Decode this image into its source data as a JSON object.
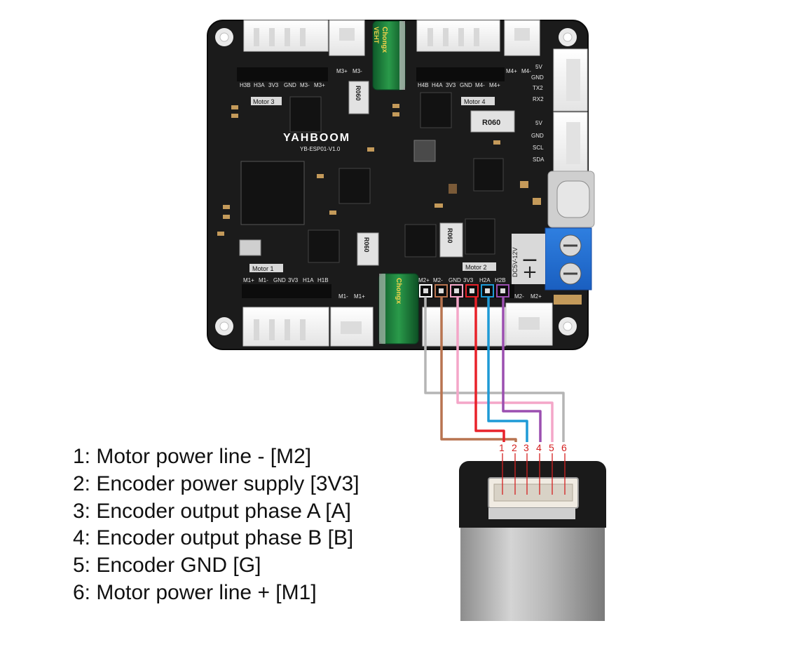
{
  "board": {
    "brand": "YAHBOOM",
    "model": "YB-ESP01-V1.0",
    "power_label": "DC5V-12V",
    "motor_labels": [
      "Motor 3",
      "Motor 4",
      "Motor 1",
      "Motor 2"
    ],
    "header_labels_top_left": [
      "H3B",
      "H3A",
      "3V3",
      "GND",
      "M3-",
      "M3+"
    ],
    "header_labels_top_right": [
      "H4B",
      "H4A",
      "3V3",
      "GND",
      "M4-",
      "M4+"
    ],
    "header_labels_bottom_left": [
      "M1+",
      "M1-",
      "GND",
      "3V3",
      "H1A",
      "H1B"
    ],
    "header_labels_bottom_right": [
      "M2+",
      "M2-",
      "GND",
      "3V3",
      "H2A",
      "H2B"
    ],
    "small_jst_labels": [
      "M3+",
      "M3-",
      "M4+",
      "M4-",
      "M1-",
      "M1+",
      "M2-",
      "M2+"
    ],
    "side_labels": [
      "5V",
      "GND",
      "TX2",
      "RX2",
      "5V",
      "GND",
      "SCL",
      "SDA"
    ],
    "resistor_marking": "R060",
    "capacitor_brand": "Chongx",
    "capacitor_series": "VEHT"
  },
  "connector": {
    "pin_numbers": [
      "1",
      "2",
      "3",
      "4",
      "5",
      "6"
    ]
  },
  "wire_colors": {
    "pin1": "#b5b5b5",
    "pin2": "#b87450",
    "pin3": "#f4a6c8",
    "pin4": "#e8222a",
    "pin5": "#1e9ad6",
    "pin6": "#9b4fb0"
  },
  "legend": [
    "1: Motor power line - [M2]",
    "2: Encoder power supply [3V3]",
    "3: Encoder output phase A [A]",
    "4: Encoder output phase B [B]",
    "5: Encoder GND [G]",
    "6: Motor power line + [M1]"
  ]
}
